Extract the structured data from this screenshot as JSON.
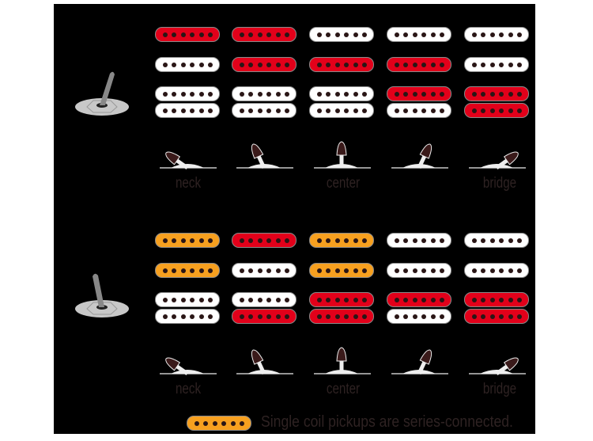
{
  "columns": [
    "neck",
    "",
    "center",
    "",
    "bridge"
  ],
  "sections": [
    {
      "name": "top",
      "rows": {
        "neck_single": [
          "red",
          "red",
          "white",
          "white",
          "white"
        ],
        "middle_single": [
          "white",
          "red",
          "red",
          "red",
          "white"
        ],
        "humbucker_upper": [
          "white",
          "white",
          "white",
          "red",
          "red"
        ],
        "humbucker_lower": [
          "white",
          "white",
          "white",
          "white",
          "red"
        ]
      },
      "labels": [
        "neck",
        "center",
        "bridge"
      ]
    },
    {
      "name": "bottom",
      "rows": {
        "neck_single": [
          "orange",
          "red",
          "orange",
          "white",
          "white"
        ],
        "middle_single": [
          "orange",
          "white",
          "orange",
          "white",
          "white"
        ],
        "humbucker_upper": [
          "white",
          "white",
          "red",
          "red",
          "red"
        ],
        "humbucker_lower": [
          "white",
          "red",
          "red",
          "white",
          "red"
        ]
      },
      "labels": [
        "neck",
        "center",
        "bridge"
      ]
    }
  ],
  "legend": {
    "text": "Single coil pickups are series-connected.",
    "color": "orange"
  },
  "colors": {
    "red": "#e2001a",
    "white": "#ffffff",
    "orange": "#f7a01f",
    "background": "#000000"
  }
}
